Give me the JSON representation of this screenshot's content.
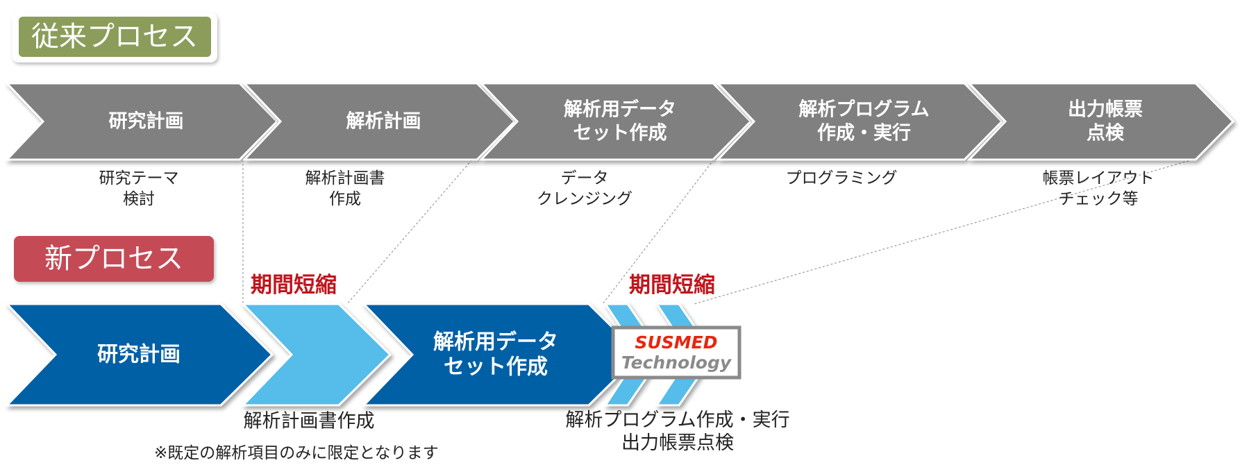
{
  "colors": {
    "old_badge": "#8c9d5b",
    "new_badge": "#c44b57",
    "old_step": "#808080",
    "new_dark": "#0660a6",
    "new_light": "#57bce9",
    "accent_red": "#c0141c",
    "logo_red": "#e8250f",
    "logo_gray": "#8a8a8a"
  },
  "old_process": {
    "badge": "従来プロセス",
    "steps": [
      {
        "label": [
          "研究計画"
        ],
        "sub": [
          "研究テーマ",
          "検討"
        ]
      },
      {
        "label": [
          "解析計画"
        ],
        "sub": [
          "解析計画書",
          "作成"
        ]
      },
      {
        "label": [
          "解析用データ",
          "セット作成"
        ],
        "sub": [
          "データ",
          "クレンジング"
        ]
      },
      {
        "label": [
          "解析プログラム",
          "作成・実行"
        ],
        "sub": [
          "プログラミング"
        ]
      },
      {
        "label": [
          "出力帳票",
          "点検"
        ],
        "sub": [
          "帳票レイアウト",
          "チェック等"
        ]
      }
    ]
  },
  "new_process": {
    "badge": "新プロセス",
    "steps": [
      {
        "label": [
          "研究計画"
        ],
        "tone": "dark"
      },
      {
        "label": [],
        "tone": "light",
        "caption": [
          "解析計画書作成"
        ]
      },
      {
        "label": [
          "解析用データ",
          "セット作成"
        ],
        "tone": "dark"
      },
      {
        "label": [],
        "tone": "light",
        "caption": [
          "解析プログラム作成・実行",
          "出力帳票点検"
        ]
      },
      {
        "label": [],
        "tone": "light"
      }
    ],
    "shorten_labels": [
      "期間短縮",
      "期間短縮"
    ],
    "logo": {
      "brand": "SUSMED",
      "sub": "Technology"
    }
  },
  "note": "※既定の解析項目のみに限定となります"
}
